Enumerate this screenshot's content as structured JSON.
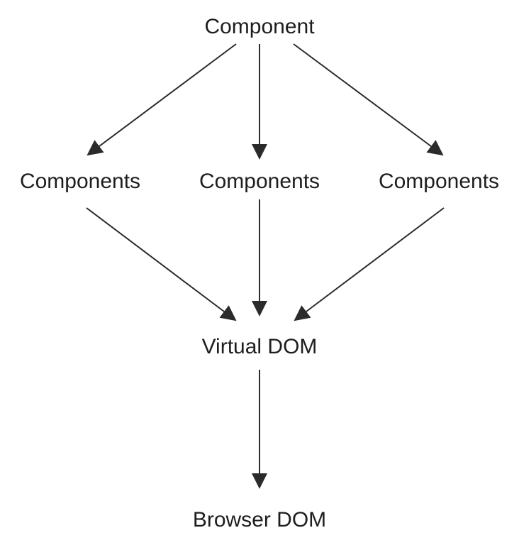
{
  "colors": {
    "text": "#1e1e1e",
    "arrow": "#2b2b2b",
    "background": "#ffffff"
  },
  "nodes": {
    "root": "Component",
    "children": [
      "Components",
      "Components",
      "Components"
    ],
    "virtual_dom": "Virtual DOM",
    "browser_dom": "Browser DOM"
  },
  "edges": [
    {
      "from": "Component",
      "to": "Components (left)"
    },
    {
      "from": "Component",
      "to": "Components (middle)"
    },
    {
      "from": "Component",
      "to": "Components (right)"
    },
    {
      "from": "Components (left)",
      "to": "Virtual DOM"
    },
    {
      "from": "Components (middle)",
      "to": "Virtual DOM"
    },
    {
      "from": "Components (right)",
      "to": "Virtual DOM"
    },
    {
      "from": "Virtual DOM",
      "to": "Browser DOM"
    }
  ]
}
